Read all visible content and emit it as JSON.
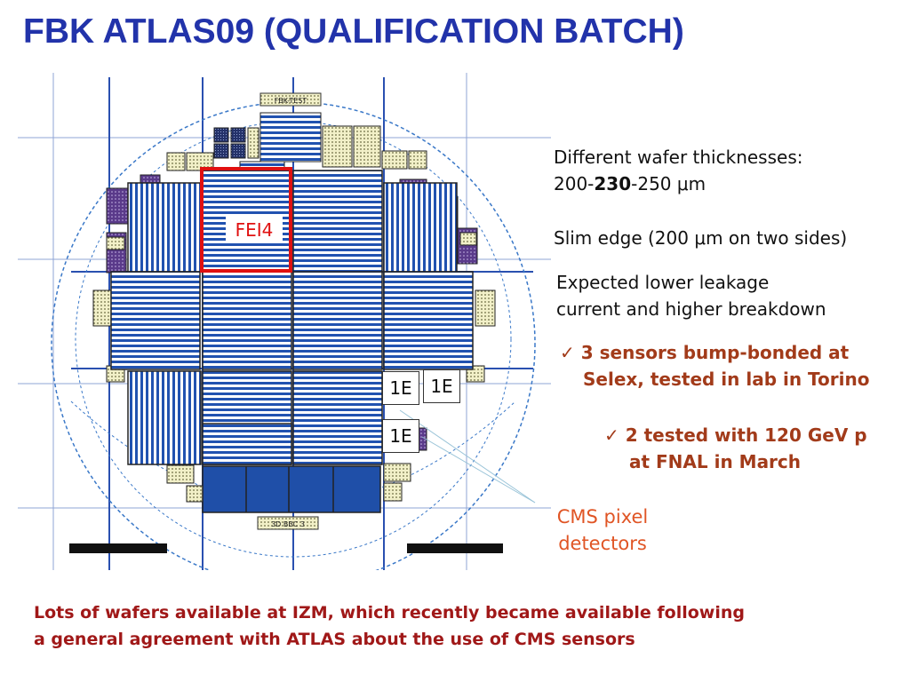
{
  "title": "FBK ATLAS09 (QUALIFICATION BATCH)",
  "wafer": {
    "top_label": "FBK-TEST",
    "bottom_label": "3D  BBC  3",
    "fei4_label": "FEI4",
    "chip_labels": [
      "1E",
      "1E",
      "1E"
    ]
  },
  "notes": {
    "thickness_line1": "Different wafer thicknesses:",
    "thickness_pre": "200-",
    "thickness_bold": "230",
    "thickness_post": "-250 μm",
    "slim_edge": "Slim edge (200 μm on two sides)",
    "leakage_line1": "Expected lower leakage",
    "leakage_line2": "current and higher breakdown"
  },
  "bullets": [
    {
      "check": "✓",
      "line1": "3 sensors bump-bonded at",
      "line2": "Selex, tested in lab in Torino"
    },
    {
      "check": "✓",
      "line1": "2 tested with 120 GeV p",
      "line2": "at FNAL in March"
    }
  ],
  "cms_label": {
    "line1": "CMS pixel",
    "line2": "detectors"
  },
  "footer": {
    "line1": "Lots of wafers available at IZM, which recently became available following",
    "line2": "a general agreement with ATLAS about the use of CMS sensors"
  },
  "colors": {
    "title": "#2233aa",
    "bullet": "#a23b1a",
    "footer": "#a01818",
    "cms": "#e05525",
    "fei4_box": "#e01010",
    "sensor_blue": "#1f4fa8",
    "guide_line": "#2a50b0"
  }
}
